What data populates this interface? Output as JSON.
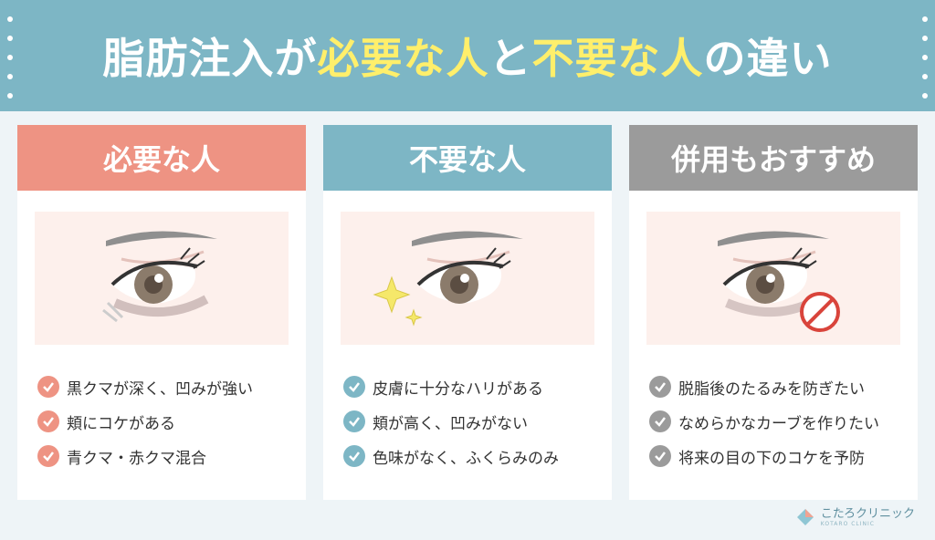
{
  "title": {
    "part1": "脂肪注入が",
    "highlight1": "必要な人",
    "part2": "と",
    "highlight2": "不要な人",
    "part3": "の違い"
  },
  "cards": [
    {
      "heading": "必要な人",
      "items": [
        "黒クマが深く、凹みが強い",
        "頬にコケがある",
        "青クマ・赤クマ混合"
      ]
    },
    {
      "heading": "不要な人",
      "items": [
        "皮膚に十分なハリがある",
        "頬が高く、凹みがない",
        "色味がなく、ふくらみのみ"
      ]
    },
    {
      "heading": "併用もおすすめ",
      "items": [
        "脱脂後のたるみを防ぎたい",
        "なめらかなカーブを作りたい",
        "将来の目の下のコケを予防"
      ]
    }
  ],
  "logo": {
    "name": "こたろクリニック",
    "sub": "KOTARO CLINIC"
  },
  "colors": {
    "banner": "#7db6c5",
    "highlight": "#ffef6b",
    "need": "#ee9383",
    "unneeded": "#7db6c5",
    "combined": "#9b9b9b",
    "illustration_bg": "#fdf0ec"
  },
  "icons": {
    "check": "check-icon",
    "sparkle": "sparkle-icon",
    "prohibited": "prohibited-icon"
  }
}
